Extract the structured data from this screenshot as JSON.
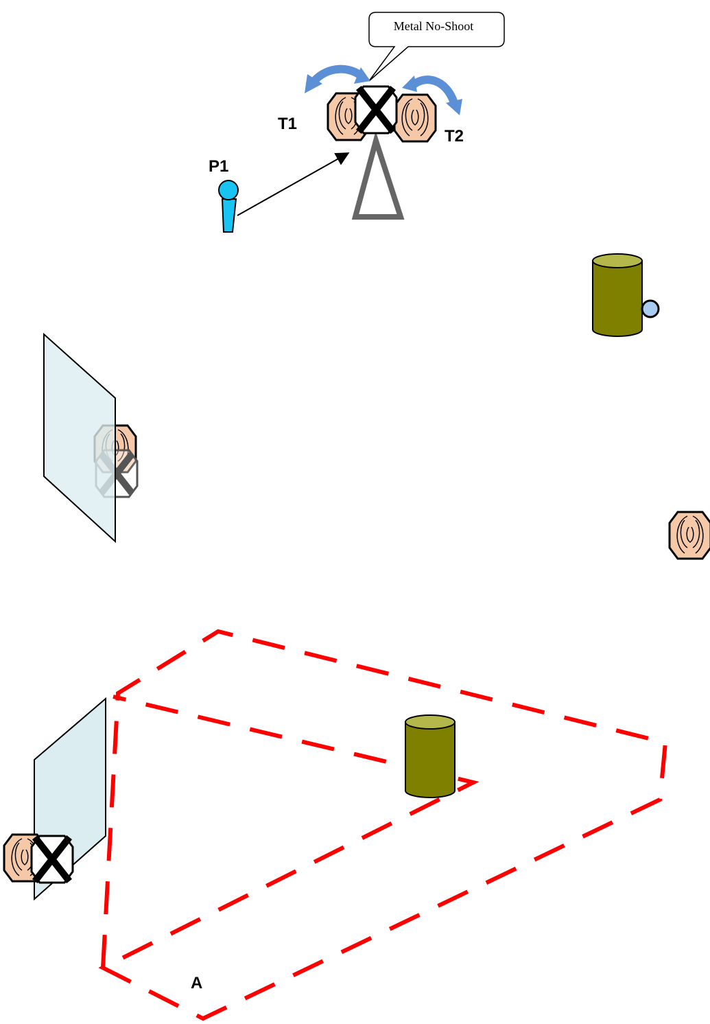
{
  "labels": {
    "callout": "Metal No-Shoot",
    "t1": "T1",
    "t2": "T2",
    "p1": "P1",
    "area": "A"
  },
  "colors": {
    "shoot_target_fill": "#f5c9a8",
    "no_shoot_fill": "#ffffff",
    "turn_arrow": "#5b8fd6",
    "shooter": "#19c3f2",
    "barrel_top": "#b4b84a",
    "barrel_body": "#7f7f00",
    "barricade_fill": "#dcedf1",
    "fault_line": "#ff0000",
    "stand": "#666666",
    "steel_popper": "#a9cdf0"
  },
  "icons": {
    "shoot_target": "octagon-target-icon",
    "no_shoot": "no-shoot-x-icon",
    "barrel": "barrel-icon",
    "shooter": "shooter-icon",
    "turn_arrow": "rotation-arrow-icon"
  }
}
